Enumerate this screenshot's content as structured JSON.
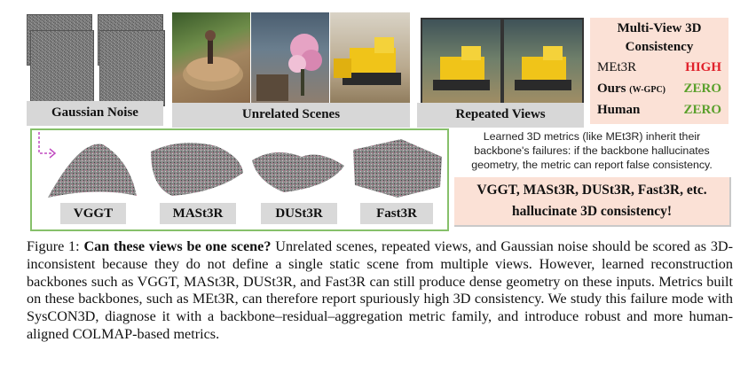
{
  "groups": {
    "noise_label": "Gaussian Noise",
    "unrelated_label": "Unrelated Scenes",
    "repeated_label": "Repeated Views"
  },
  "consistency": {
    "title_line1": "Multi-View 3D",
    "title_line2": "Consistency",
    "rows": [
      {
        "name": "MEt3R",
        "note": "",
        "value": "HIGH",
        "color": "#e0202a"
      },
      {
        "name": "Ours",
        "note": "(W-GPC)",
        "value": "ZERO",
        "color": "#5aa02c"
      },
      {
        "name": "Human",
        "note": "",
        "value": "ZERO",
        "color": "#5aa02c"
      }
    ]
  },
  "methods": [
    "VGGT",
    "MASt3R",
    "DUSt3R",
    "Fast3R"
  ],
  "note_text": "Learned 3D metrics (like MEt3R) inherit their backbone's failures: if the backbone hallucinates geometry, the metric can report false consistency.",
  "hallucinate": {
    "line1": "VGGT, MASt3R, DUSt3R, Fast3R, etc.",
    "line2": "hallucinate 3D consistency!"
  },
  "caption": {
    "prefix": "Figure 1: ",
    "bold": "Can these views be one scene?",
    "body": " Unrelated scenes, repeated views, and Gaussian noise should be scored as 3D-inconsistent because they do not define a single static scene from multiple views. However, learned reconstruction backbones such as VGGT, MASt3R, DUSt3R, and Fast3R can still produce dense geometry on these inputs. Metrics built on these backbones, such as MEt3R, can therefore report spuriously high 3D consistency. We study this failure mode with SysCON3D, diagnose it with a backbone–residual–aggregation metric family, and introduce robust and more human-aligned COLMAP-based metrics."
  }
}
